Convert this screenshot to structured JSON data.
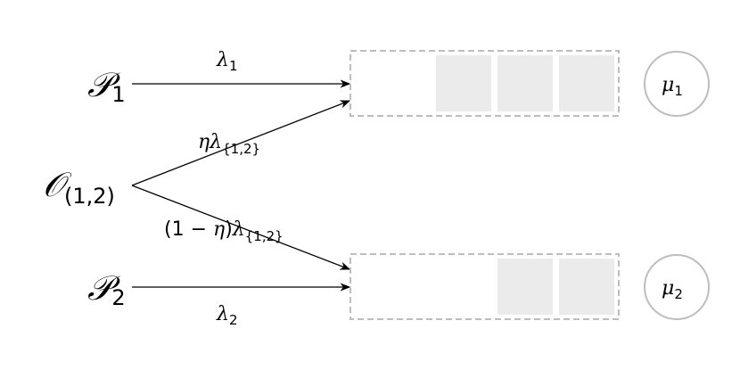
{
  "sources": {
    "p1": {
      "main": "𝒫",
      "sub": "1"
    },
    "o12": {
      "main": "𝒪",
      "sub": "(1,2)"
    },
    "p2": {
      "main": "𝒫",
      "sub": "2"
    }
  },
  "edges": {
    "lambda1": {
      "main": "λ",
      "sub": "1"
    },
    "lambda2": {
      "main": "λ",
      "sub": "2"
    },
    "eta_lambda": {
      "main": "ηλ",
      "sub": "{1,2}"
    },
    "one_minus_eta_lambda": {
      "open": "(1 − ",
      "eta": "η",
      "close": ")",
      "lambda": "λ",
      "sub": "{1,2}"
    }
  },
  "queues": {
    "q1": {
      "filled_slots": 3
    },
    "q2": {
      "filled_slots": 2
    }
  },
  "servers": {
    "s1": {
      "main": "μ",
      "sub": "1"
    },
    "s2": {
      "main": "μ",
      "sub": "2"
    }
  },
  "colors": {
    "dashed_border": "#bdbdbd",
    "slot_fill": "#ebebeb",
    "arrow": "#000000"
  }
}
